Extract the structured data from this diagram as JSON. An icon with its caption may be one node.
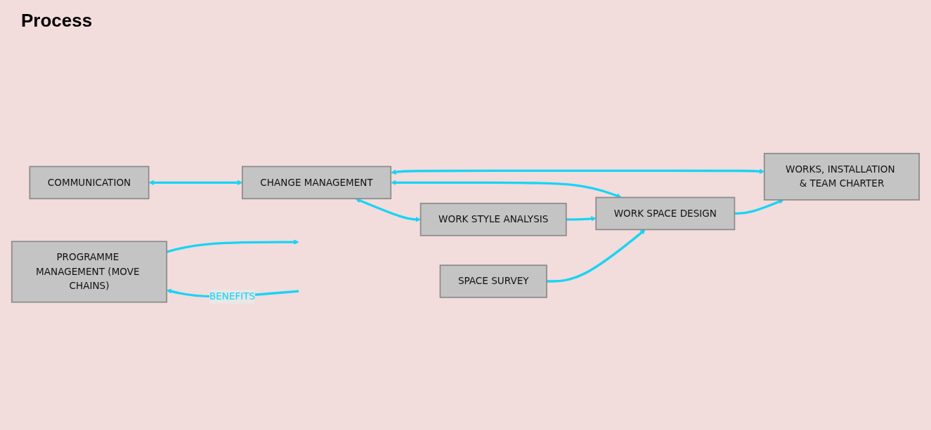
{
  "diagram": {
    "nodes": [
      {
        "text": [
          "PROGRAMME MANAGEMENT (MOVE CHAINS)"
        ]
      },
      {
        "text": [
          "COMMUNICATION"
        ]
      },
      {
        "text": [
          "CHANGE MANAGEMENT"
        ]
      },
      {
        "text": [
          "WORK STYLE ANALYSIS"
        ]
      },
      {
        "text": [
          "SPACE SURVEY"
        ]
      },
      {
        "text": [
          "WORK SPACE DESIGN"
        ]
      },
      {
        "text": [
          "WORKS, INSTALLATION & TEAM CHARTER"
        ]
      }
    ],
    "edges": [
      {
        "from": 0,
        "to": null,
        "arrow": "to"
      },
      {
        "from": null,
        "to": 0,
        "arrow": "to",
        "label": "BENEFITS"
      },
      {
        "from": 1,
        "to": 2,
        "arrow": "both"
      },
      {
        "from": 2,
        "to": 3,
        "arrow": "both"
      },
      {
        "from": 2,
        "to": 5,
        "arrow": "both"
      },
      {
        "from": 2,
        "to": 6,
        "arrow": "both"
      },
      {
        "from": 3,
        "to": 5,
        "arrow": "to"
      },
      {
        "from": 4,
        "to": 5,
        "arrow": "to"
      },
      {
        "from": 5,
        "to": 6,
        "arrow": "to"
      }
    ],
    "labels": [
      "Process"
    ]
  }
}
